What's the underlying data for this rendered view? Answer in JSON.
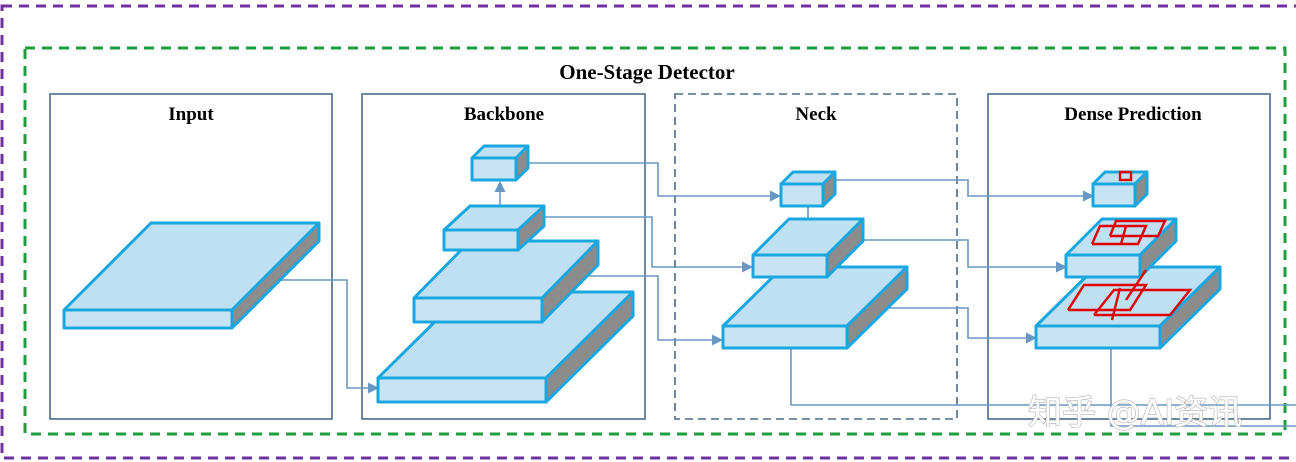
{
  "title": "One-Stage Detector",
  "sections": [
    {
      "id": "input",
      "label": "Input"
    },
    {
      "id": "backbone",
      "label": "Backbone"
    },
    {
      "id": "neck",
      "label": "Neck"
    },
    {
      "id": "dense",
      "label": "Dense Prediction"
    }
  ],
  "watermark": "知乎 @AI资讯",
  "colors": {
    "outer_border": "#7030a0",
    "detector_border": "#1f9e3f",
    "section_border": "#4a6a8a",
    "block_top": "#bfe0f2",
    "block_front": "#c8e4f4",
    "block_side": "#8c8c8c",
    "block_edge": "#1aa7e0",
    "connector": "#6a98c4",
    "prediction_box": "#e00000"
  }
}
